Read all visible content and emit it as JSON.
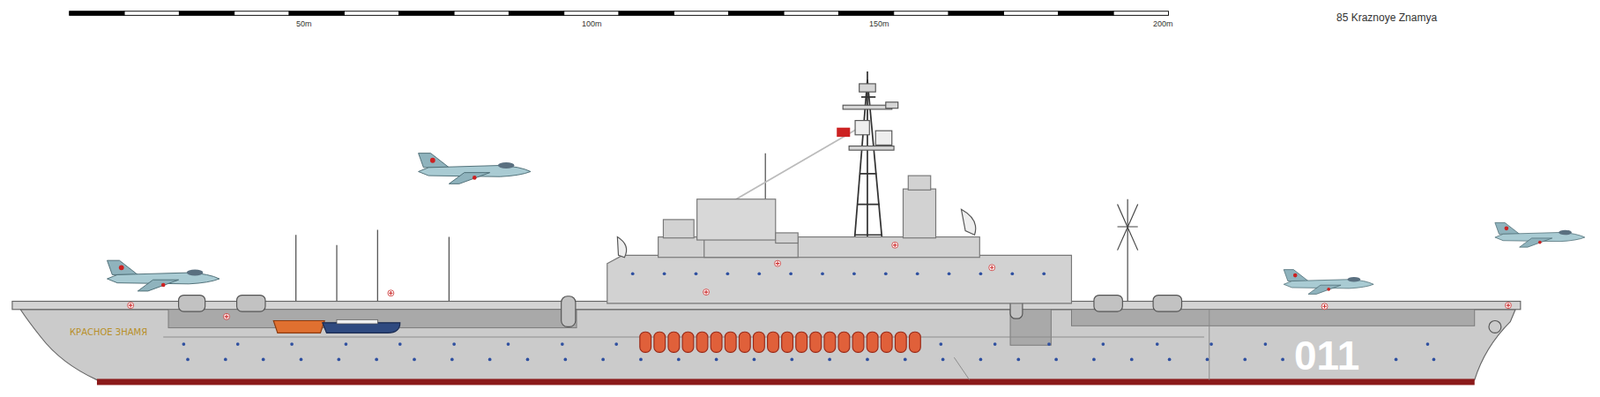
{
  "diagram": {
    "title": "85 Kraznoye Znamya",
    "labels": [
      "50m",
      "100m",
      "150m",
      "200m",
      "КРАСНОЕ ЗНАМЯ",
      "011"
    ]
  }
}
